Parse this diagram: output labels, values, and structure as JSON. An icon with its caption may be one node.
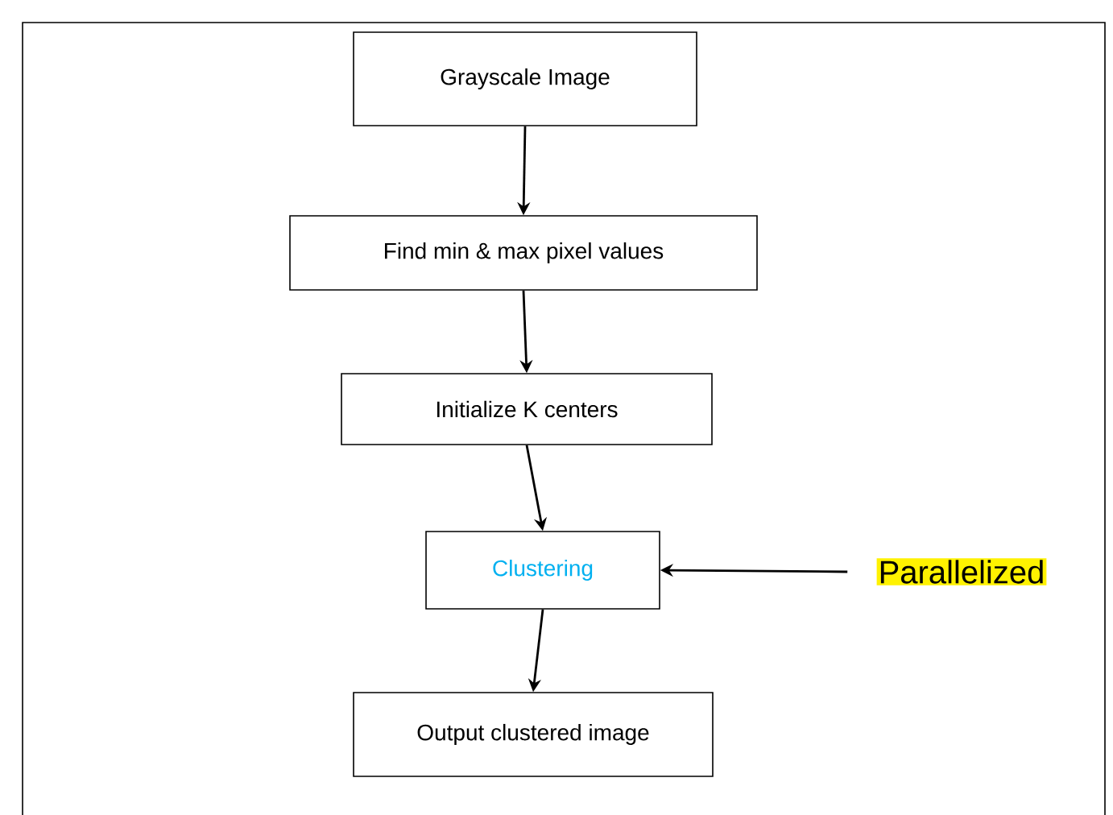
{
  "diagram": {
    "nodes": [
      {
        "text": [
          "Grayscale Image"
        ]
      },
      {
        "text": [
          "Find min & max pixel values"
        ]
      },
      {
        "text": [
          "Initialize K centers"
        ]
      },
      {
        "text": [
          "Clustering"
        ]
      },
      {
        "text": [
          "Output clustered image"
        ]
      },
      {
        "text": [
          "Parallelized"
        ]
      }
    ],
    "edges": [
      {
        "from": 0,
        "to": 1,
        "arrow": "to"
      },
      {
        "from": 1,
        "to": 2,
        "arrow": "to"
      },
      {
        "from": 2,
        "to": 3,
        "arrow": "to"
      },
      {
        "from": 3,
        "to": 4,
        "arrow": "to"
      },
      {
        "from": 5,
        "to": 3,
        "arrow": "to"
      }
    ]
  }
}
